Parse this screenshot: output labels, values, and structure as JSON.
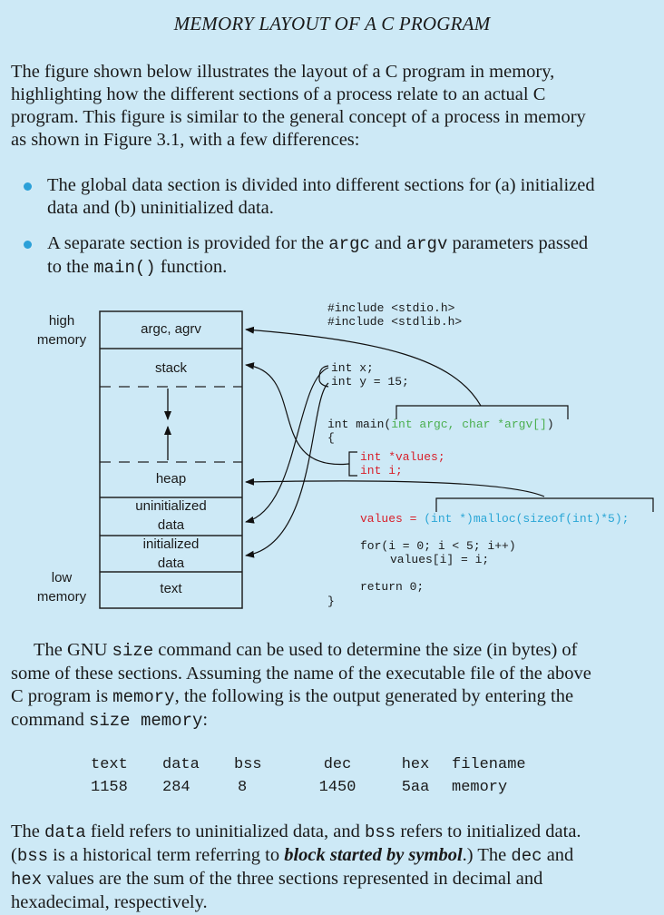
{
  "title": "MEMORY LAYOUT OF A C PROGRAM",
  "intro": {
    "lines": [
      "The figure shown below illustrates the layout of a C program in memory,",
      "highlighting how the different sections of a process relate to an actual C",
      "program. This figure is similar to the general concept of a process in memory",
      "as shown in Figure 3.1, with a few differences:"
    ]
  },
  "bullets": [
    {
      "line1": "The global data section is divided into different sections for (a) initialized",
      "line2": "data and (b) uninitialized data."
    },
    {
      "line1_a": "A separate section is provided for the ",
      "line1_code1": "argc",
      "line1_b": " and ",
      "line1_code2": "argv",
      "line1_c": " parameters passed",
      "line2_a": "to the ",
      "line2_code": "main()",
      "line2_b": " function."
    }
  ],
  "diagram": {
    "high_memory_1": "high",
    "high_memory_2": "memory",
    "low_memory_1": "low",
    "low_memory_2": "memory",
    "segments": {
      "args": "argc, agrv",
      "stack": "stack",
      "heap": "heap",
      "uninit_1": "uninitialized",
      "uninit_2": "data",
      "init_1": "initialized",
      "init_2": "data",
      "text": "text"
    },
    "code": {
      "include1": "#include <stdio.h>",
      "include2": "#include <stdlib.h>",
      "decl_x": "int x;",
      "decl_y": "int y = 15;",
      "main_a": "int main(",
      "main_params": "int argc, char *argv[]",
      "main_b": ")",
      "open_brace": "{",
      "local1": "int *values;",
      "local2": "int i;",
      "assign_lhs": "values = ",
      "assign_rhs": "(int *)malloc(sizeof(int)*5);",
      "for_line": "for(i = 0; i < 5; i++)",
      "for_body": "values[i] = i;",
      "return_line": "return 0;",
      "close_brace": "}"
    }
  },
  "size_para": {
    "l1_a": "The GNU ",
    "l1_code": "size",
    "l1_b": " command can be used to determine the size (in bytes) of",
    "l2": "some of these sections. Assuming the name of the executable file of the above",
    "l3_a": "C program is ",
    "l3_code": "memory",
    "l3_b": ", the following is the output generated by entering the",
    "l4_a": "command ",
    "l4_code": "size memory",
    "l4_b": ":"
  },
  "size_table": {
    "headers": [
      "text",
      "data",
      "bss",
      "dec",
      "hex",
      "filename"
    ],
    "row": [
      "1158",
      "284",
      "8",
      "1450",
      "5aa",
      "memory"
    ]
  },
  "final_para": {
    "l1_a": "The ",
    "l1_code1": "data",
    "l1_b": " field refers to uninitialized data, and ",
    "l1_code2": "bss",
    "l1_c": " refers to initialized data.",
    "l2_a": "(",
    "l2_code": "bss",
    "l2_b": " is a historical term referring to ",
    "l2_em": "block started by symbol",
    "l2_c": ".) The ",
    "l2_code2": "dec",
    "l2_d": " and",
    "l3_code": "hex",
    "l3_b": " values are the sum of the three sections represented in decimal and",
    "l4": "hexadecimal, respectively."
  },
  "colors": {
    "background": "#cde9f6",
    "bullet": "#2ba0d8",
    "code_red": "#d81f2a",
    "code_green": "#4caf50",
    "code_cyan": "#2aa6d6"
  }
}
